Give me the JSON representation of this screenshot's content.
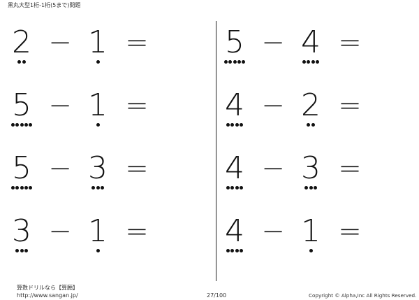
{
  "header": {
    "title": "黒丸大型1桁-1桁(5まで)問題"
  },
  "problems": [
    {
      "a": "2",
      "op": "−",
      "b": "1",
      "eq": "=",
      "a_dots": 2,
      "b_dots": 1
    },
    {
      "a": "5",
      "op": "−",
      "b": "4",
      "eq": "=",
      "a_dots": 5,
      "b_dots": 4
    },
    {
      "a": "5",
      "op": "−",
      "b": "1",
      "eq": "=",
      "a_dots": 5,
      "b_dots": 1
    },
    {
      "a": "4",
      "op": "−",
      "b": "2",
      "eq": "=",
      "a_dots": 4,
      "b_dots": 2
    },
    {
      "a": "5",
      "op": "−",
      "b": "3",
      "eq": "=",
      "a_dots": 5,
      "b_dots": 3
    },
    {
      "a": "4",
      "op": "−",
      "b": "3",
      "eq": "=",
      "a_dots": 4,
      "b_dots": 3
    },
    {
      "a": "3",
      "op": "−",
      "b": "1",
      "eq": "=",
      "a_dots": 3,
      "b_dots": 1
    },
    {
      "a": "4",
      "op": "−",
      "b": "1",
      "eq": "=",
      "a_dots": 4,
      "b_dots": 1
    }
  ],
  "footer": {
    "site_name": "算数ドリルなら【算願】",
    "url": "http://www.sangan.jp/",
    "page": "27/100",
    "copyright": "Copyright © Alpha,Inc All Rights Reserved."
  }
}
